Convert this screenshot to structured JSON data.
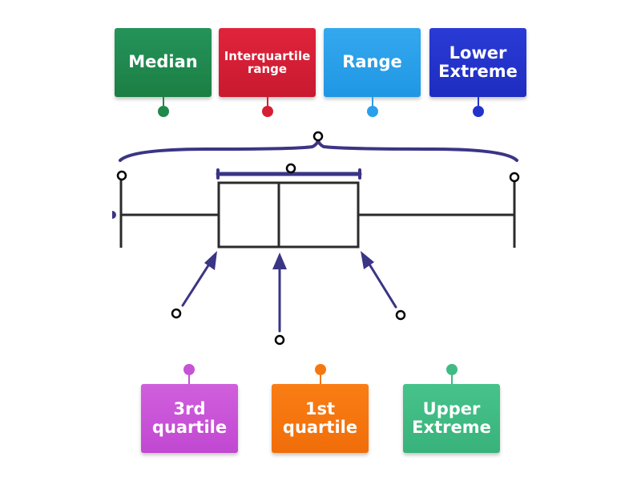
{
  "top_labels": [
    {
      "text": "Median",
      "color": "#1f8a4c"
    },
    {
      "text": "Interquartile range",
      "color": "#d61f35"
    },
    {
      "text": "Range",
      "color": "#2aa0ea"
    },
    {
      "text": "Lower Extreme",
      "color": "#2233cc"
    }
  ],
  "bottom_labels": [
    {
      "text": "3rd quartile",
      "color": "#c652d6"
    },
    {
      "text": "1st quartile",
      "color": "#f7770f"
    },
    {
      "text": "Upper Extreme",
      "color": "#3fbb84"
    }
  ],
  "diagram": {
    "line_color": "#2b2b2b",
    "accent_color": "#3a3585"
  }
}
